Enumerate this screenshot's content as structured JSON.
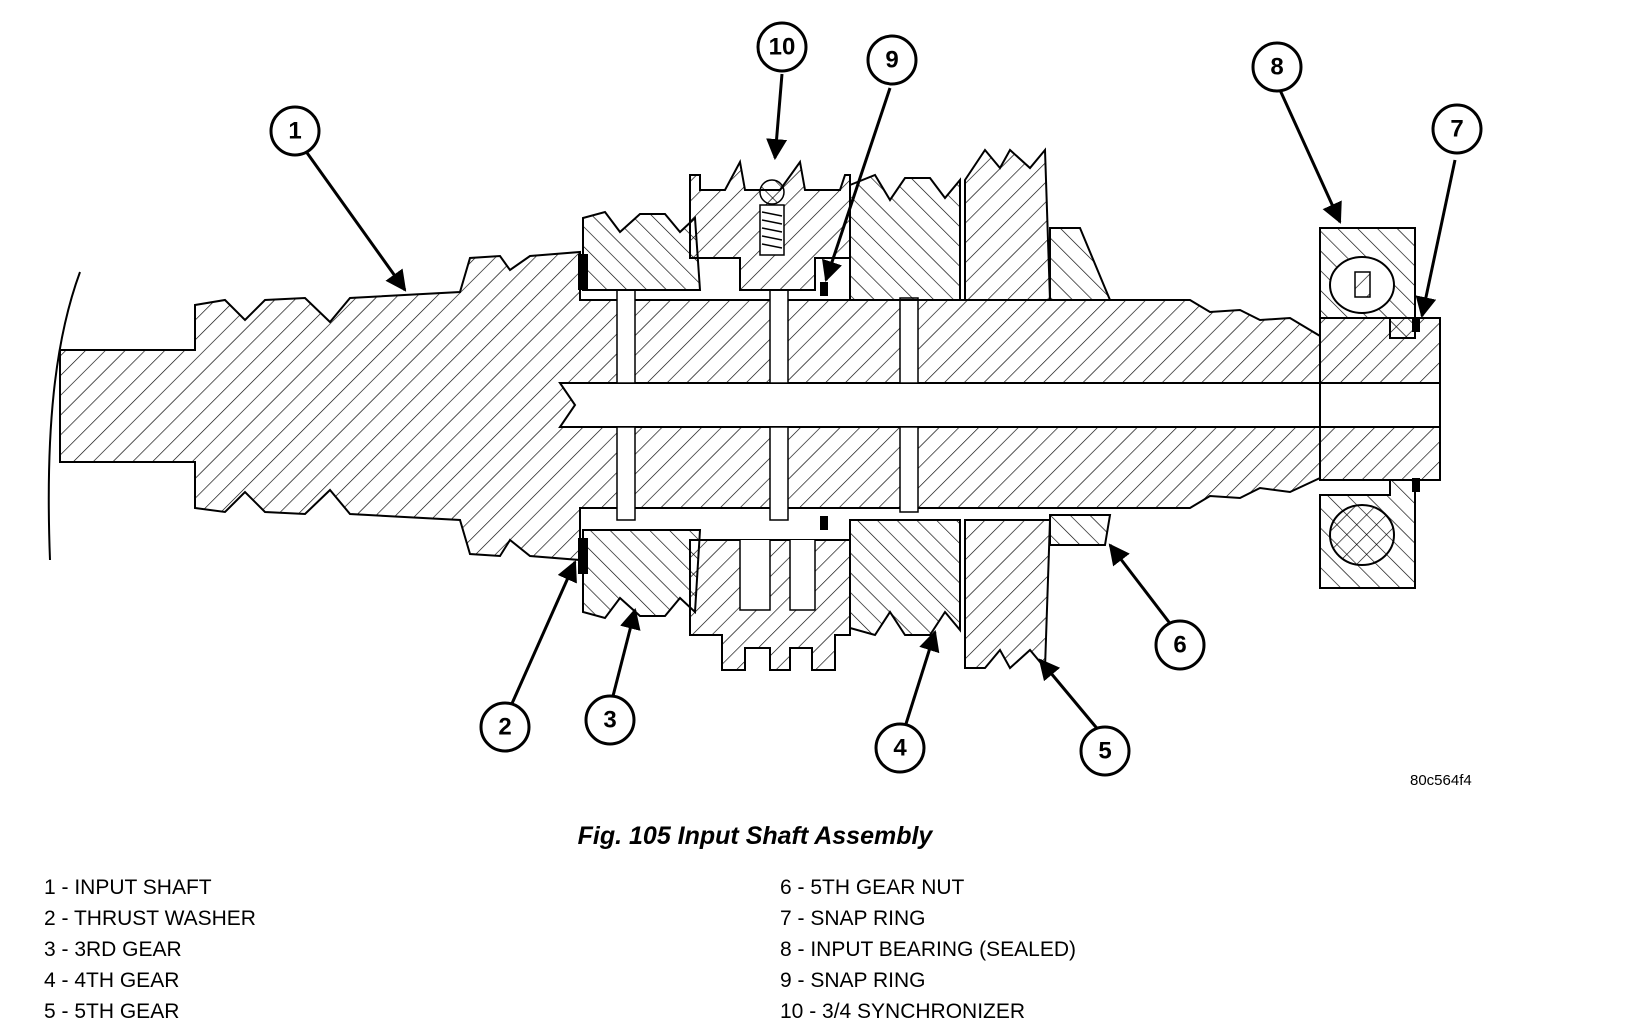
{
  "figure": {
    "code": "80c564f4",
    "title": "Fig. 105 Input Shaft Assembly"
  },
  "callouts": [
    "1",
    "2",
    "3",
    "4",
    "5",
    "6",
    "7",
    "8",
    "9",
    "10"
  ],
  "legend": {
    "left": [
      "1 - INPUT SHAFT",
      "2 - THRUST WASHER",
      "3 - 3RD GEAR",
      "4 - 4TH GEAR",
      "5 - 5TH GEAR"
    ],
    "right": [
      "6 - 5TH GEAR NUT",
      "7 - SNAP RING",
      "8 - INPUT BEARING (SEALED)",
      "9 - SNAP RING",
      "10 - 3/4 SYNCHRONIZER"
    ]
  }
}
